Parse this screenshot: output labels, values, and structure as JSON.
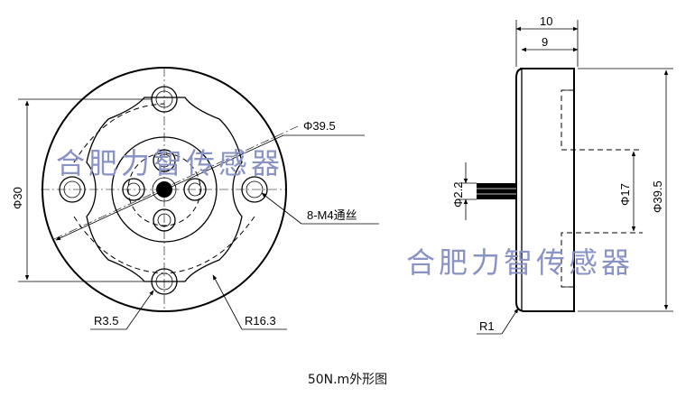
{
  "front_view": {
    "dim_outer_diameter": "Φ39.5",
    "dim_bolt_circle": "Φ30",
    "dim_thread_note": "8-M4通丝",
    "dim_radius_small": "R3.5",
    "dim_radius_large": "R16.3"
  },
  "side_view": {
    "dim_total_width": "10",
    "dim_body_width": "9",
    "dim_cable": "Φ2.2",
    "dim_hub": "Φ17",
    "dim_outer": "Φ39.5",
    "dim_edge_radius": "R1"
  },
  "watermarks": [
    "合肥力智传感器",
    "合肥力智传感器"
  ],
  "caption": "50N.m外形图"
}
